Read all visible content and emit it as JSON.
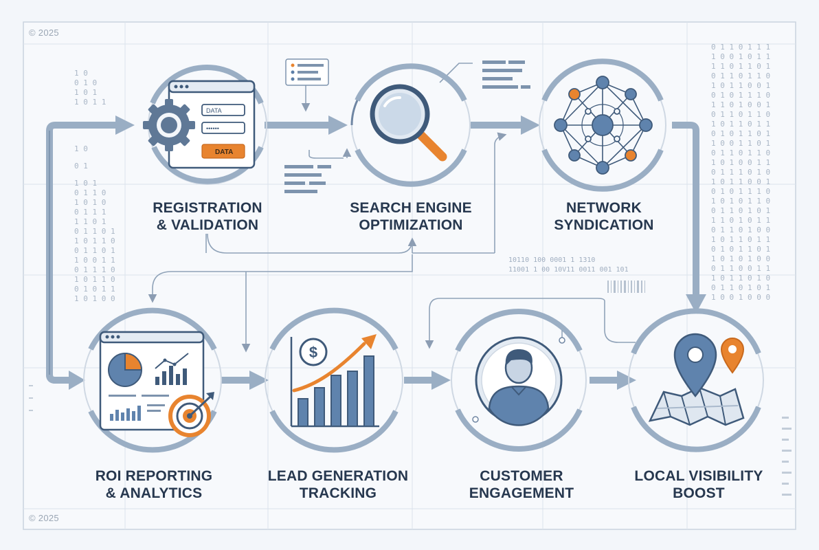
{
  "copyright_top": "© 2025",
  "copyright_bottom": "© 2025",
  "stages": [
    {
      "line1": "REGISTRATION",
      "line2": "& VALIDATION",
      "icon": "form-gear-icon"
    },
    {
      "line1": "SEARCH ENGINE",
      "line2": "OPTIMIZATION",
      "icon": "magnifier-icon"
    },
    {
      "line1": "NETWORK",
      "line2": "SYNDICATION",
      "icon": "network-nodes-icon"
    },
    {
      "line1": "ROI REPORTING",
      "line2": "& ANALYTICS",
      "icon": "dashboard-target-icon"
    },
    {
      "line1": "LEAD GENERATION",
      "line2": "TRACKING",
      "icon": "dollar-growth-chart-icon"
    },
    {
      "line1": "CUSTOMER",
      "line2": "ENGAGEMENT",
      "icon": "person-icon"
    },
    {
      "line1": "LOCAL VISIBILITY",
      "line2": "BOOST",
      "icon": "map-pin-icon"
    }
  ],
  "form_fields": {
    "field1": "DATA",
    "field2": "••••••",
    "button": "DATA"
  },
  "binary_text": {
    "line1": "10110 100 0001 1 1310",
    "line2": "11001 1 00 10V11 0011 001 101"
  },
  "colors": {
    "accent": "#e8842f",
    "primary": "#5b7ea8",
    "line": "#9aaec4",
    "text": "#27384f"
  }
}
